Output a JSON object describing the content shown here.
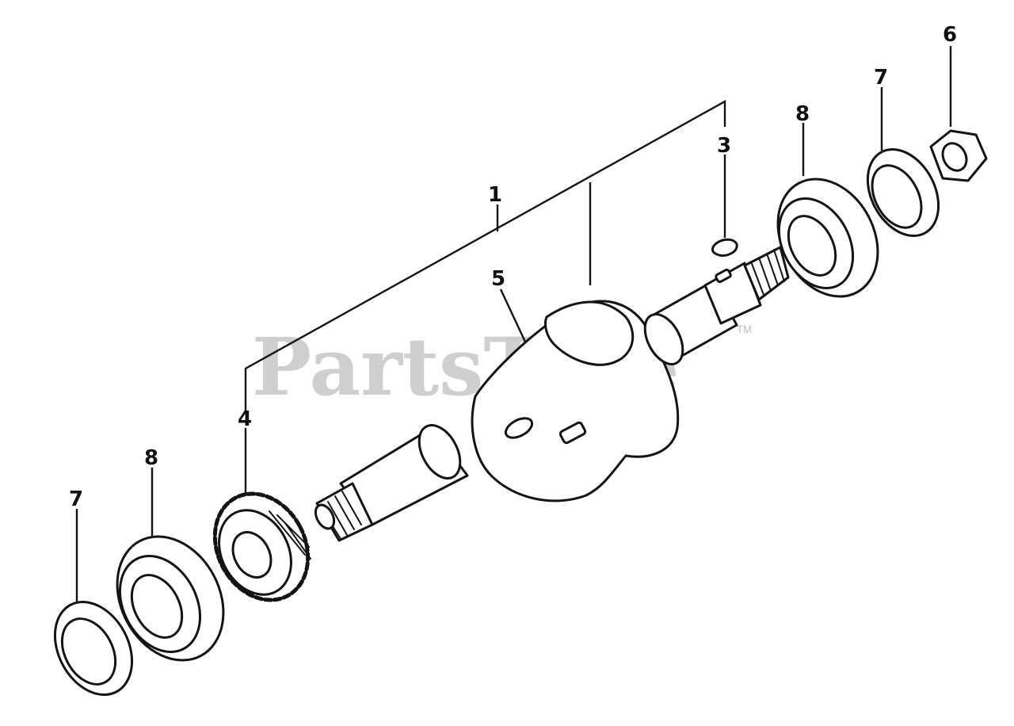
{
  "watermark": {
    "text": "PartsTree",
    "trademark": "TM"
  },
  "callouts": {
    "c1": "1",
    "c3": "3",
    "c4": "4",
    "c5": "5",
    "c6": "6",
    "c7_right": "7",
    "c8_right": "8",
    "c7_left": "7",
    "c8_left": "8"
  }
}
